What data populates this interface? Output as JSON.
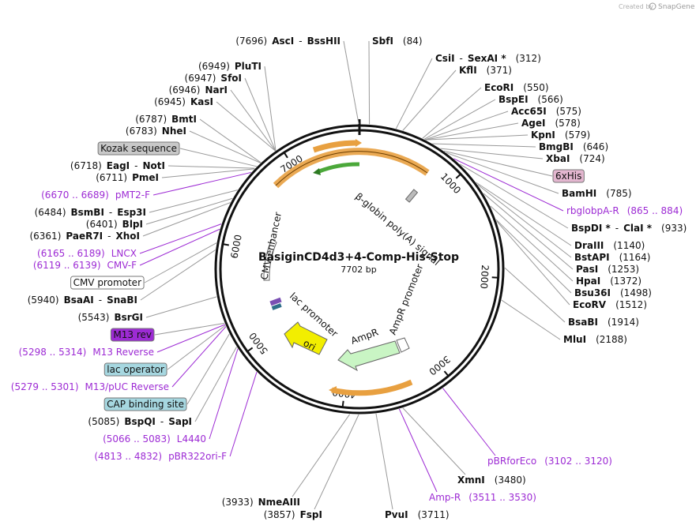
{
  "watermark": {
    "prefix": "Created by",
    "brand": "SnapGene"
  },
  "plasmid": {
    "name": "BasiginCD4d3+4-Comp-His-Stop",
    "length_label": "7702 bp",
    "length": 7702
  },
  "ticks": [
    {
      "pos": 1000,
      "label": "1000"
    },
    {
      "pos": 2000,
      "label": "2000"
    },
    {
      "pos": 3000,
      "label": "3000"
    },
    {
      "pos": 4000,
      "label": "4000"
    },
    {
      "pos": 5000,
      "label": "5000"
    },
    {
      "pos": 6000,
      "label": "6000"
    },
    {
      "pos": 7000,
      "label": "7000"
    }
  ],
  "feature_labels": {
    "bglobin": "β-globin poly(A) signal",
    "cmv_enhancer": "CMV enhancer",
    "lac_promoter": "lac promoter",
    "ampr_promoter": "AmpR promoter",
    "ampr": "AmpR",
    "ori": "ori"
  },
  "sites_left": [
    {
      "pos": "(7696)",
      "names": [
        "AscI",
        "BssHII"
      ],
      "sep": "-",
      "star": false
    },
    {
      "pos": "(6949)",
      "names": [
        "PluTI"
      ]
    },
    {
      "pos": "(6947)",
      "names": [
        "SfoI"
      ]
    },
    {
      "pos": "(6946)",
      "names": [
        "NarI"
      ]
    },
    {
      "pos": "(6945)",
      "names": [
        "KasI"
      ]
    },
    {
      "pos": "(6787)",
      "names": [
        "BmtI"
      ]
    },
    {
      "pos": "(6783)",
      "names": [
        "NheI"
      ]
    },
    {
      "box": "Kozak sequence"
    },
    {
      "pos": "(6718)",
      "names": [
        "EagI",
        "NotI"
      ]
    },
    {
      "pos": "(6711)",
      "names": [
        "PmeI"
      ]
    },
    {
      "primer": "pMT2-F",
      "range": "(6670 .. 6689)"
    },
    {
      "pos": "(6484)",
      "names": [
        "BsmBI",
        "Esp3I"
      ]
    },
    {
      "pos": "(6401)",
      "names": [
        "BlpI"
      ]
    },
    {
      "pos": "(6361)",
      "names": [
        "PaeR7I",
        "XhoI"
      ]
    },
    {
      "primer": "LNCX",
      "range": "(6165 .. 6189)"
    },
    {
      "primer": "CMV-F",
      "range": "(6119 .. 6139)"
    },
    {
      "box": "CMV promoter"
    },
    {
      "pos": "(5940)",
      "names": [
        "BsaAI",
        "SnaBI"
      ]
    },
    {
      "pos": "(5543)",
      "names": [
        "BsrGI"
      ]
    },
    {
      "box": "M13 rev"
    },
    {
      "primer": "M13 Reverse",
      "range": "(5298 .. 5314)"
    },
    {
      "box": "lac operator"
    },
    {
      "primer": "M13/pUC Reverse",
      "range": "(5279 .. 5301)"
    },
    {
      "box": "CAP binding site"
    },
    {
      "pos": "(5085)",
      "names": [
        "BspQI",
        "SapI"
      ]
    },
    {
      "primer": "L4440",
      "range": "(5066 .. 5083)"
    },
    {
      "primer": "pBR322ori-F",
      "range": "(4813 .. 4832)"
    }
  ],
  "sites_right": [
    {
      "pos": "(84)",
      "names": [
        "SbfI"
      ]
    },
    {
      "pos": "(312)",
      "names": [
        "CsiI",
        "SexAI *"
      ]
    },
    {
      "pos": "(371)",
      "names": [
        "KflI"
      ]
    },
    {
      "pos": "(550)",
      "names": [
        "EcoRI"
      ]
    },
    {
      "pos": "(566)",
      "names": [
        "BspEI"
      ]
    },
    {
      "pos": "(575)",
      "names": [
        "Acc65I"
      ]
    },
    {
      "pos": "(578)",
      "names": [
        "AgeI"
      ]
    },
    {
      "pos": "(579)",
      "names": [
        "KpnI"
      ]
    },
    {
      "pos": "(646)",
      "names": [
        "BmgBI"
      ]
    },
    {
      "pos": "(724)",
      "names": [
        "XbaI"
      ]
    },
    {
      "box": "6xHis"
    },
    {
      "pos": "(785)",
      "names": [
        "BamHI"
      ]
    },
    {
      "primer": "rbglobpA-R",
      "range": "(865 .. 884)"
    },
    {
      "pos": "(933)",
      "names": [
        "BspDI *",
        "ClaI *"
      ]
    },
    {
      "pos": "(1140)",
      "names": [
        "DraIII"
      ]
    },
    {
      "pos": "(1164)",
      "names": [
        "BstAPI"
      ]
    },
    {
      "pos": "(1253)",
      "names": [
        "PasI"
      ]
    },
    {
      "pos": "(1372)",
      "names": [
        "HpaI"
      ]
    },
    {
      "pos": "(1498)",
      "names": [
        "Bsu36I"
      ]
    },
    {
      "pos": "(1512)",
      "names": [
        "EcoRV"
      ]
    },
    {
      "pos": "(1914)",
      "names": [
        "BsaBI"
      ]
    },
    {
      "pos": "(2188)",
      "names": [
        "MluI"
      ]
    },
    {
      "primer": "pBRforEco",
      "range": "(3102 .. 3120)"
    },
    {
      "pos": "(3480)",
      "names": [
        "XmnI"
      ]
    },
    {
      "primer": "Amp-R",
      "range": "(3511 .. 3530)"
    },
    {
      "pos": "(3711)",
      "names": [
        "PvuI"
      ]
    },
    {
      "pos": "(3857)",
      "names": [
        "FspI"
      ]
    },
    {
      "pos": "(3933)",
      "names": [
        "NmeAIII"
      ]
    }
  ],
  "colors": {
    "primer": "#9d2bd4",
    "orf": "#e8a040",
    "orf_fill": "#f7cc82",
    "ampr_fill": "#c9f5c4",
    "ori_fill": "#f2ee00",
    "box_blue": "#a6d7e0",
    "box_grey": "#c8c8c8",
    "box_pink": "#e3b6cf"
  }
}
